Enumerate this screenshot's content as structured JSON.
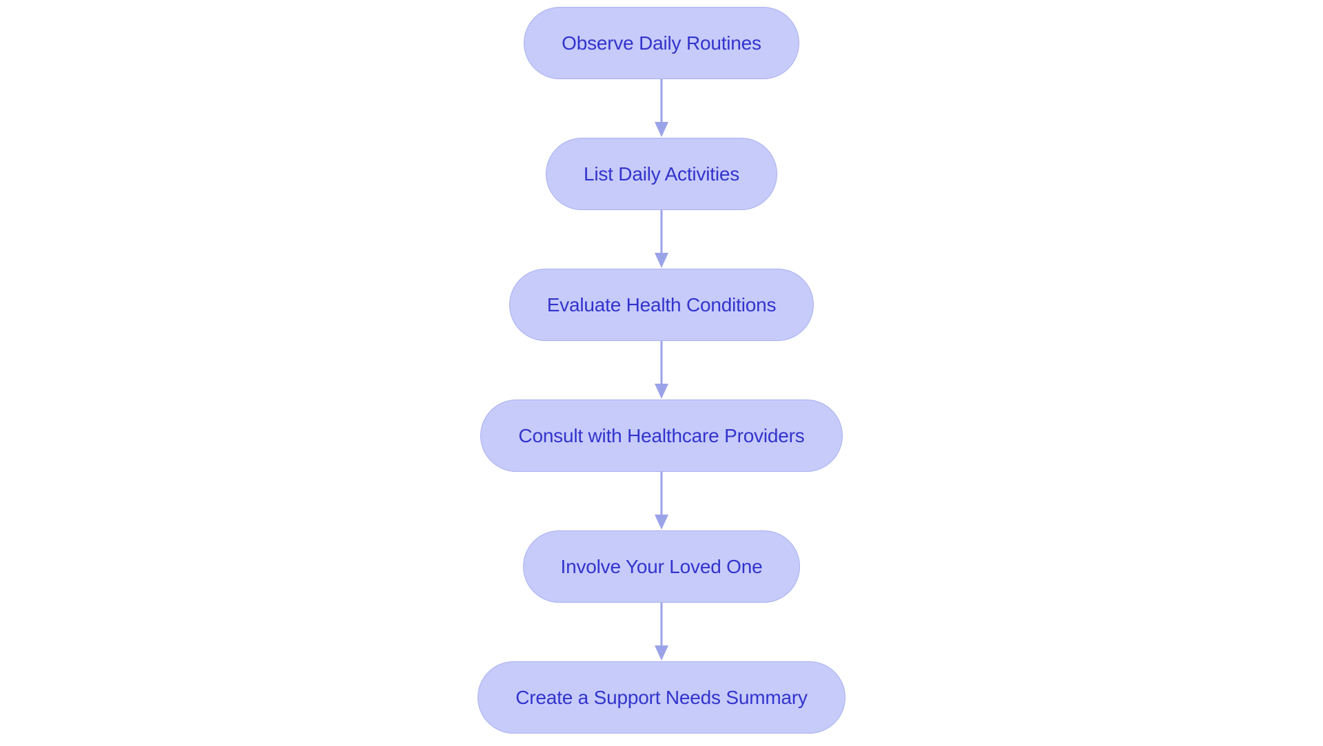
{
  "diagram": {
    "type": "flowchart",
    "orientation": "vertical",
    "title": "",
    "background_color": "#ffffff",
    "node_fill_color": "#c6cbfa",
    "node_border_color": "#aab0ee",
    "node_text_color": "#3333cc",
    "connector_color": "#9ba3e8",
    "node_shape": "rounded-pill",
    "nodes": [
      {
        "id": "node-1",
        "label": "Observe Daily Routines"
      },
      {
        "id": "node-2",
        "label": "List Daily Activities"
      },
      {
        "id": "node-3",
        "label": "Evaluate Health Conditions"
      },
      {
        "id": "node-4",
        "label": "Consult with Healthcare Providers"
      },
      {
        "id": "node-5",
        "label": "Involve Your Loved One"
      },
      {
        "id": "node-6",
        "label": "Create a Support Needs Summary"
      }
    ],
    "edges": [
      {
        "id": "edge-1",
        "from": "node-1",
        "to": "node-2",
        "label": "",
        "arrow": "down"
      },
      {
        "id": "edge-2",
        "from": "node-2",
        "to": "node-3",
        "label": "",
        "arrow": "down"
      },
      {
        "id": "edge-3",
        "from": "node-3",
        "to": "node-4",
        "label": "",
        "arrow": "down"
      },
      {
        "id": "edge-4",
        "from": "node-4",
        "to": "node-5",
        "label": "",
        "arrow": "down"
      },
      {
        "id": "edge-5",
        "from": "node-5",
        "to": "node-6",
        "label": "",
        "arrow": "down"
      }
    ]
  }
}
